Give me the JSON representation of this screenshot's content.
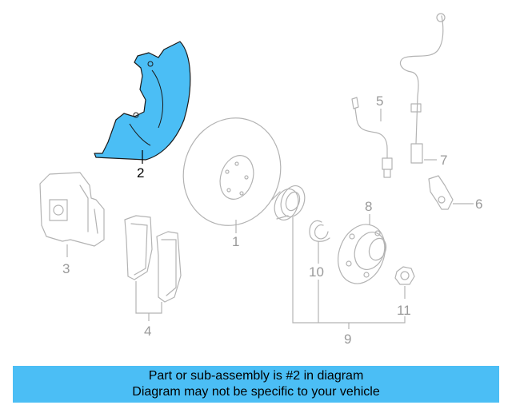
{
  "callouts": {
    "c1": "1",
    "c2": "2",
    "c3": "3",
    "c4": "4",
    "c5": "5",
    "c6": "6",
    "c7": "7",
    "c8": "8",
    "c9": "9",
    "c10": "10",
    "c11": "11"
  },
  "colors": {
    "highlight": "#4bbef5",
    "banner": "#4bbef5",
    "part_outline": "#b3b3b3"
  },
  "banner": {
    "line1": "Part or sub-assembly is #2 in diagram",
    "line2": "Diagram may not be specific to your vehicle"
  }
}
